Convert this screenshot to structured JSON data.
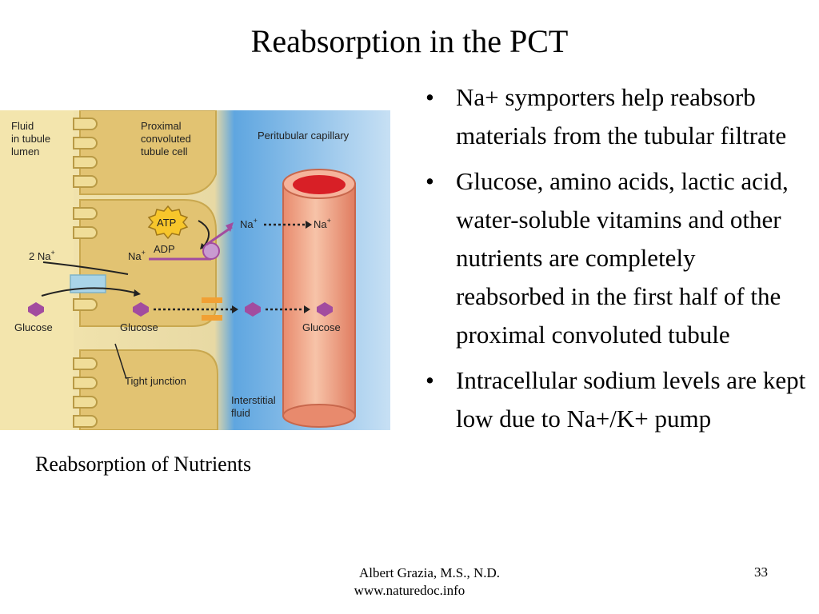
{
  "slide": {
    "title": "Reabsorption in the PCT",
    "caption": "Reabsorption of Nutrients",
    "bullets": [
      "Na+ symporters help reabsorb  materials from the tubular filtrate",
      "Glucose, amino acids, lactic acid, water-soluble vitamins and other nutrients are completely reabsorbed in the first half of the proximal convoluted tubule",
      "Intracellular sodium levels are kept low due to Na+/K+ pump"
    ],
    "bullet_char": "•",
    "footer": {
      "author": "Albert Grazia, M.S., N.D.",
      "url": "www.naturedoc.info",
      "page": "33"
    }
  },
  "figure": {
    "fluid_lumen": [
      "Fluid",
      "in tubule",
      "lumen"
    ],
    "pct_cell": [
      "Proximal",
      "convoluted",
      "tubule cell"
    ],
    "capillary": "Peritubular capillary",
    "interstitial": [
      "Interstitial",
      "fluid"
    ],
    "atp": "ATP",
    "adp": "ADP",
    "two_na": "2 Na",
    "na": "Na",
    "na_cap": "Na",
    "na_right": "Na",
    "plus": "+",
    "glucose_left": "Glucose",
    "glucose_mid": "Glucose",
    "glucose_right": "Glucose",
    "tight_junction": "Tight junction",
    "colors": {
      "lumen": "#f2e3a6",
      "cell": "#e2c372",
      "capillary_bg": "#8fbfe6",
      "vessel": "#f2a78a",
      "glucose": "#a24c9f"
    }
  }
}
